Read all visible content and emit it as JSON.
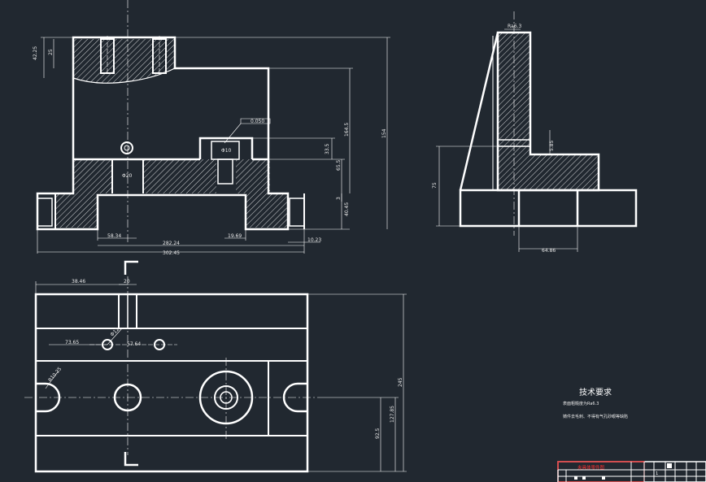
{
  "colors": {
    "background": "#212830",
    "outline": "#ffffff",
    "dimension": "#e8e8e8",
    "title_block_accent": "#ff2020"
  },
  "front_view": {
    "dims": {
      "height_top_a": "42.25",
      "height_top_b": "25",
      "overall_height": "154",
      "height_mid": "164.5",
      "slot_height": "33.5",
      "depth_65": "65.5",
      "small_3": "3",
      "bottom_40": "40.45",
      "hole_label": "Φ10",
      "hole_label_2": "Φ20",
      "flatness": "0.050",
      "width_left": "58.34",
      "width_right": "19.69",
      "width_inner": "282.24",
      "width_total": "302.45",
      "flange": "10.23"
    }
  },
  "side_view": {
    "dims": {
      "top_label": "Ra6.3",
      "height": "75",
      "width": "64.86",
      "small_offset": "5.85"
    }
  },
  "top_view": {
    "dims": {
      "offset_left": "38.46",
      "slot_w": "20",
      "hole_left": "73.65",
      "hole_right": "57.64",
      "hole_dia": "Φ12",
      "end_radius": "R10.25",
      "height_total": "245",
      "height_mid": "127.85",
      "height_low": "92.5"
    }
  },
  "technical_requirements": {
    "title": "技术要求",
    "line1": "表面粗糙度为Ra6.3",
    "line2": "铸件去毛刺、不得有气孔砂眼等缺陷"
  },
  "title_block": {
    "name": "夹具体零件图",
    "qty": "1"
  }
}
